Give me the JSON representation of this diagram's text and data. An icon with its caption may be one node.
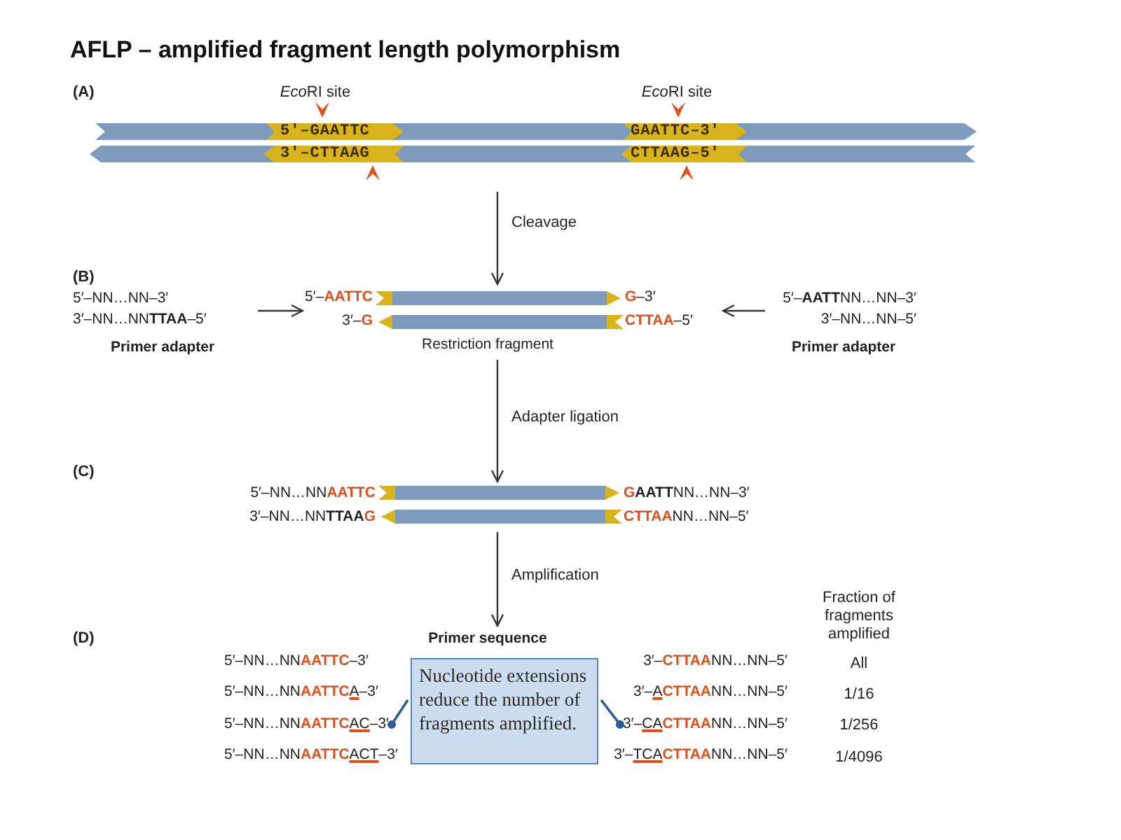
{
  "diagram": {
    "title": "AFLP – amplified fragment length polymorphism",
    "nodes": [
      {
        "text": [
          "5′–GAATTC",
          "3′–CTTAAG",
          "GAATTC–3′",
          "CTTAAG–5′"
        ],
        "beside": [
          "EcoRI site",
          "EcoRI site"
        ]
      },
      {
        "text": [
          "5′–NN…NN–3′",
          "3′–NN…NNTTAA–5′",
          "Primer adapter"
        ]
      },
      {
        "text": [
          "5′–AATTC",
          "3′–G",
          "G–3′",
          "CTTAA–5′",
          "Restriction fragment"
        ]
      },
      {
        "text": [
          "5′–NN…NNAATTC",
          "3′–NN…NNTTAAG",
          "GAATTNN…NN–3′",
          "CTTAANN…NN–5′"
        ]
      },
      {
        "text": [
          "5′–AATTNN…NN–3′",
          "3′–NN…NN–5′",
          "Primer adapter"
        ]
      },
      {
        "text": [
          "Primer sequence"
        ]
      },
      {
        "text": [
          "5′–NN…NNAATTC–3′"
        ],
        "in": 5
      },
      {
        "text": [
          "5′–NN…NNAATTCA–3′"
        ],
        "in": 5
      },
      {
        "text": [
          "5′–NN…NNAATTCAC–3′"
        ],
        "in": 5
      },
      {
        "text": [
          "5′–NN…NNAATTCACT–3′"
        ],
        "in": 5
      },
      {
        "text": [
          "Nucleotide extensions reduce the number of fragments amplified."
        ],
        "in": 5
      },
      {
        "text": [
          "3′–CTTAANN…NN–5′"
        ],
        "in": 5
      },
      {
        "text": [
          "3′–ACTTAANN…NN–5′"
        ],
        "in": 5
      },
      {
        "text": [
          "3′–CACTTAANN…NN–5′"
        ],
        "in": 5
      },
      {
        "text": [
          "3′–TCACTTAANN…NN–5′"
        ],
        "in": 5
      }
    ],
    "edges": [
      {
        "from": 1,
        "to": 2,
        "arrow": "to"
      },
      {
        "from": 4,
        "to": 2,
        "arrow": "to"
      },
      {
        "from": 0,
        "to": 2,
        "arrow": "to",
        "label": "Cleavage"
      },
      {
        "from": 2,
        "to": 3,
        "arrow": "to",
        "label": "Adapter ligation"
      },
      {
        "from": 3,
        "to": 5,
        "arrow": "to",
        "label": "Amplification"
      },
      {
        "from": 10,
        "to": 8,
        "arrow": "other",
        "color": "#2d5c9c"
      },
      {
        "from": 10,
        "to": 13,
        "arrow": "other",
        "color": "#2d5c9c"
      }
    ],
    "labels": [
      "(A)",
      "(B)",
      "(C)",
      "(D)",
      "Fraction of fragments amplified",
      "All",
      "1/16",
      "1/256",
      "1/4096"
    ]
  }
}
